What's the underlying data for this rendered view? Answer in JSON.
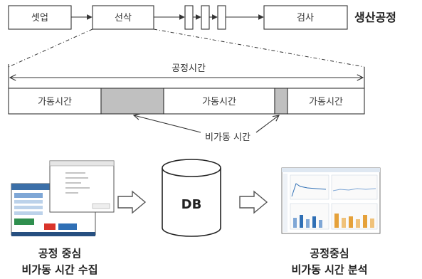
{
  "process_flow": {
    "steps": [
      "셋업",
      "선삭",
      "검사"
    ],
    "title": "생산공정"
  },
  "timeline": {
    "total_label": "공정시간",
    "segments": [
      {
        "label": "가동시간",
        "type": "operating"
      },
      {
        "label": "",
        "type": "non-operating"
      },
      {
        "label": "가동시간",
        "type": "operating"
      },
      {
        "label": "",
        "type": "non-operating"
      },
      {
        "label": "가동시간",
        "type": "operating"
      }
    ],
    "non_operating_label": "비가동 시간"
  },
  "bottom": {
    "db_label": "DB",
    "left_caption": [
      "공정 중심",
      "비가동 시간 수집"
    ],
    "right_caption": [
      "공정중심",
      "비가동 시간 분석"
    ]
  },
  "colors": {
    "non_operating_fill": "#c0c0c0",
    "arrow_fill": "#ffffff",
    "accent_blue": "#2f6fb5",
    "accent_orange": "#e5a13a",
    "alert_red": "#d9342b"
  }
}
